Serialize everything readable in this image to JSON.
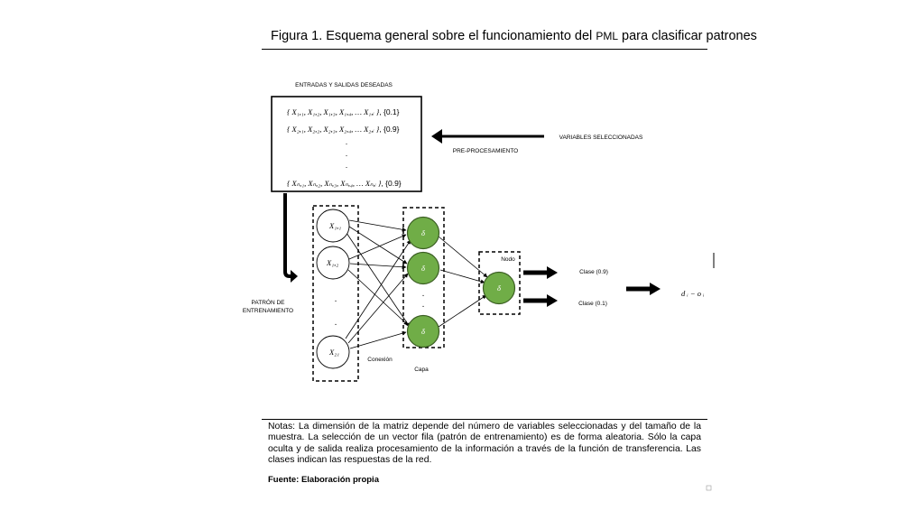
{
  "figure": {
    "title_prefix": "Figura 1. Esquema general sobre el funcionamiento del ",
    "title_abbrev": "PML",
    "title_suffix": " para clasificar patrones"
  },
  "labels": {
    "inputs_header": "ENTRADAS Y SALIDAS DESEADAS",
    "preprocessing": "PRE-PROCESAMIENTO",
    "selected_variables": "VARIABLES SELECCIONADAS",
    "training_pattern_line1": "PATRÓN DE",
    "training_pattern_line2": "ENTRENAMIENTO",
    "connection": "Conexión",
    "layer": "Capa",
    "node": "Nodo",
    "class_high": "Clase (0.9)",
    "class_low": "Clase (0.1)",
    "output_expr": "d ᵢ − o ᵢ"
  },
  "matrix_rows": [
    {
      "vars": "{ X₁,₁, X₁,₂, X₁,₃, X₁,₄, … X₁,ᵢ }",
      "target": ", {0.1}"
    },
    {
      "vars": "{ X₂,₁, X₂,₂, X₂,₃, X₂,₄, … X₂,ᵢ }",
      "target": ", {0.9}"
    },
    {
      "vars": "{ Xₙ,₁, Xₙ,₂, Xₙ,₃, Xₙ,₄, … Xₙ,ᵢ }",
      "target": ", {0.9}"
    }
  ],
  "input_nodes": [
    "X₁,₁",
    "X₁,₂",
    "X₂₁"
  ],
  "hidden_node_symbol": "δ",
  "output_node_symbol": "δ",
  "notes": "Notas: La dimensión de la matriz depende del número de variables seleccionadas y del tamaño de la muestra. La selección de un vector fila (patrón de entrenamiento) es de forma aleatoria. Sólo la capa oculta y de salida realiza procesamiento de la información a través de la función de transferencia. Las clases indican las respuestas de la red.",
  "source": "Fuente: Elaboración propia",
  "colors": {
    "node_fill": "#70ad47",
    "node_stroke": "#3b5e23",
    "line": "#000000"
  }
}
